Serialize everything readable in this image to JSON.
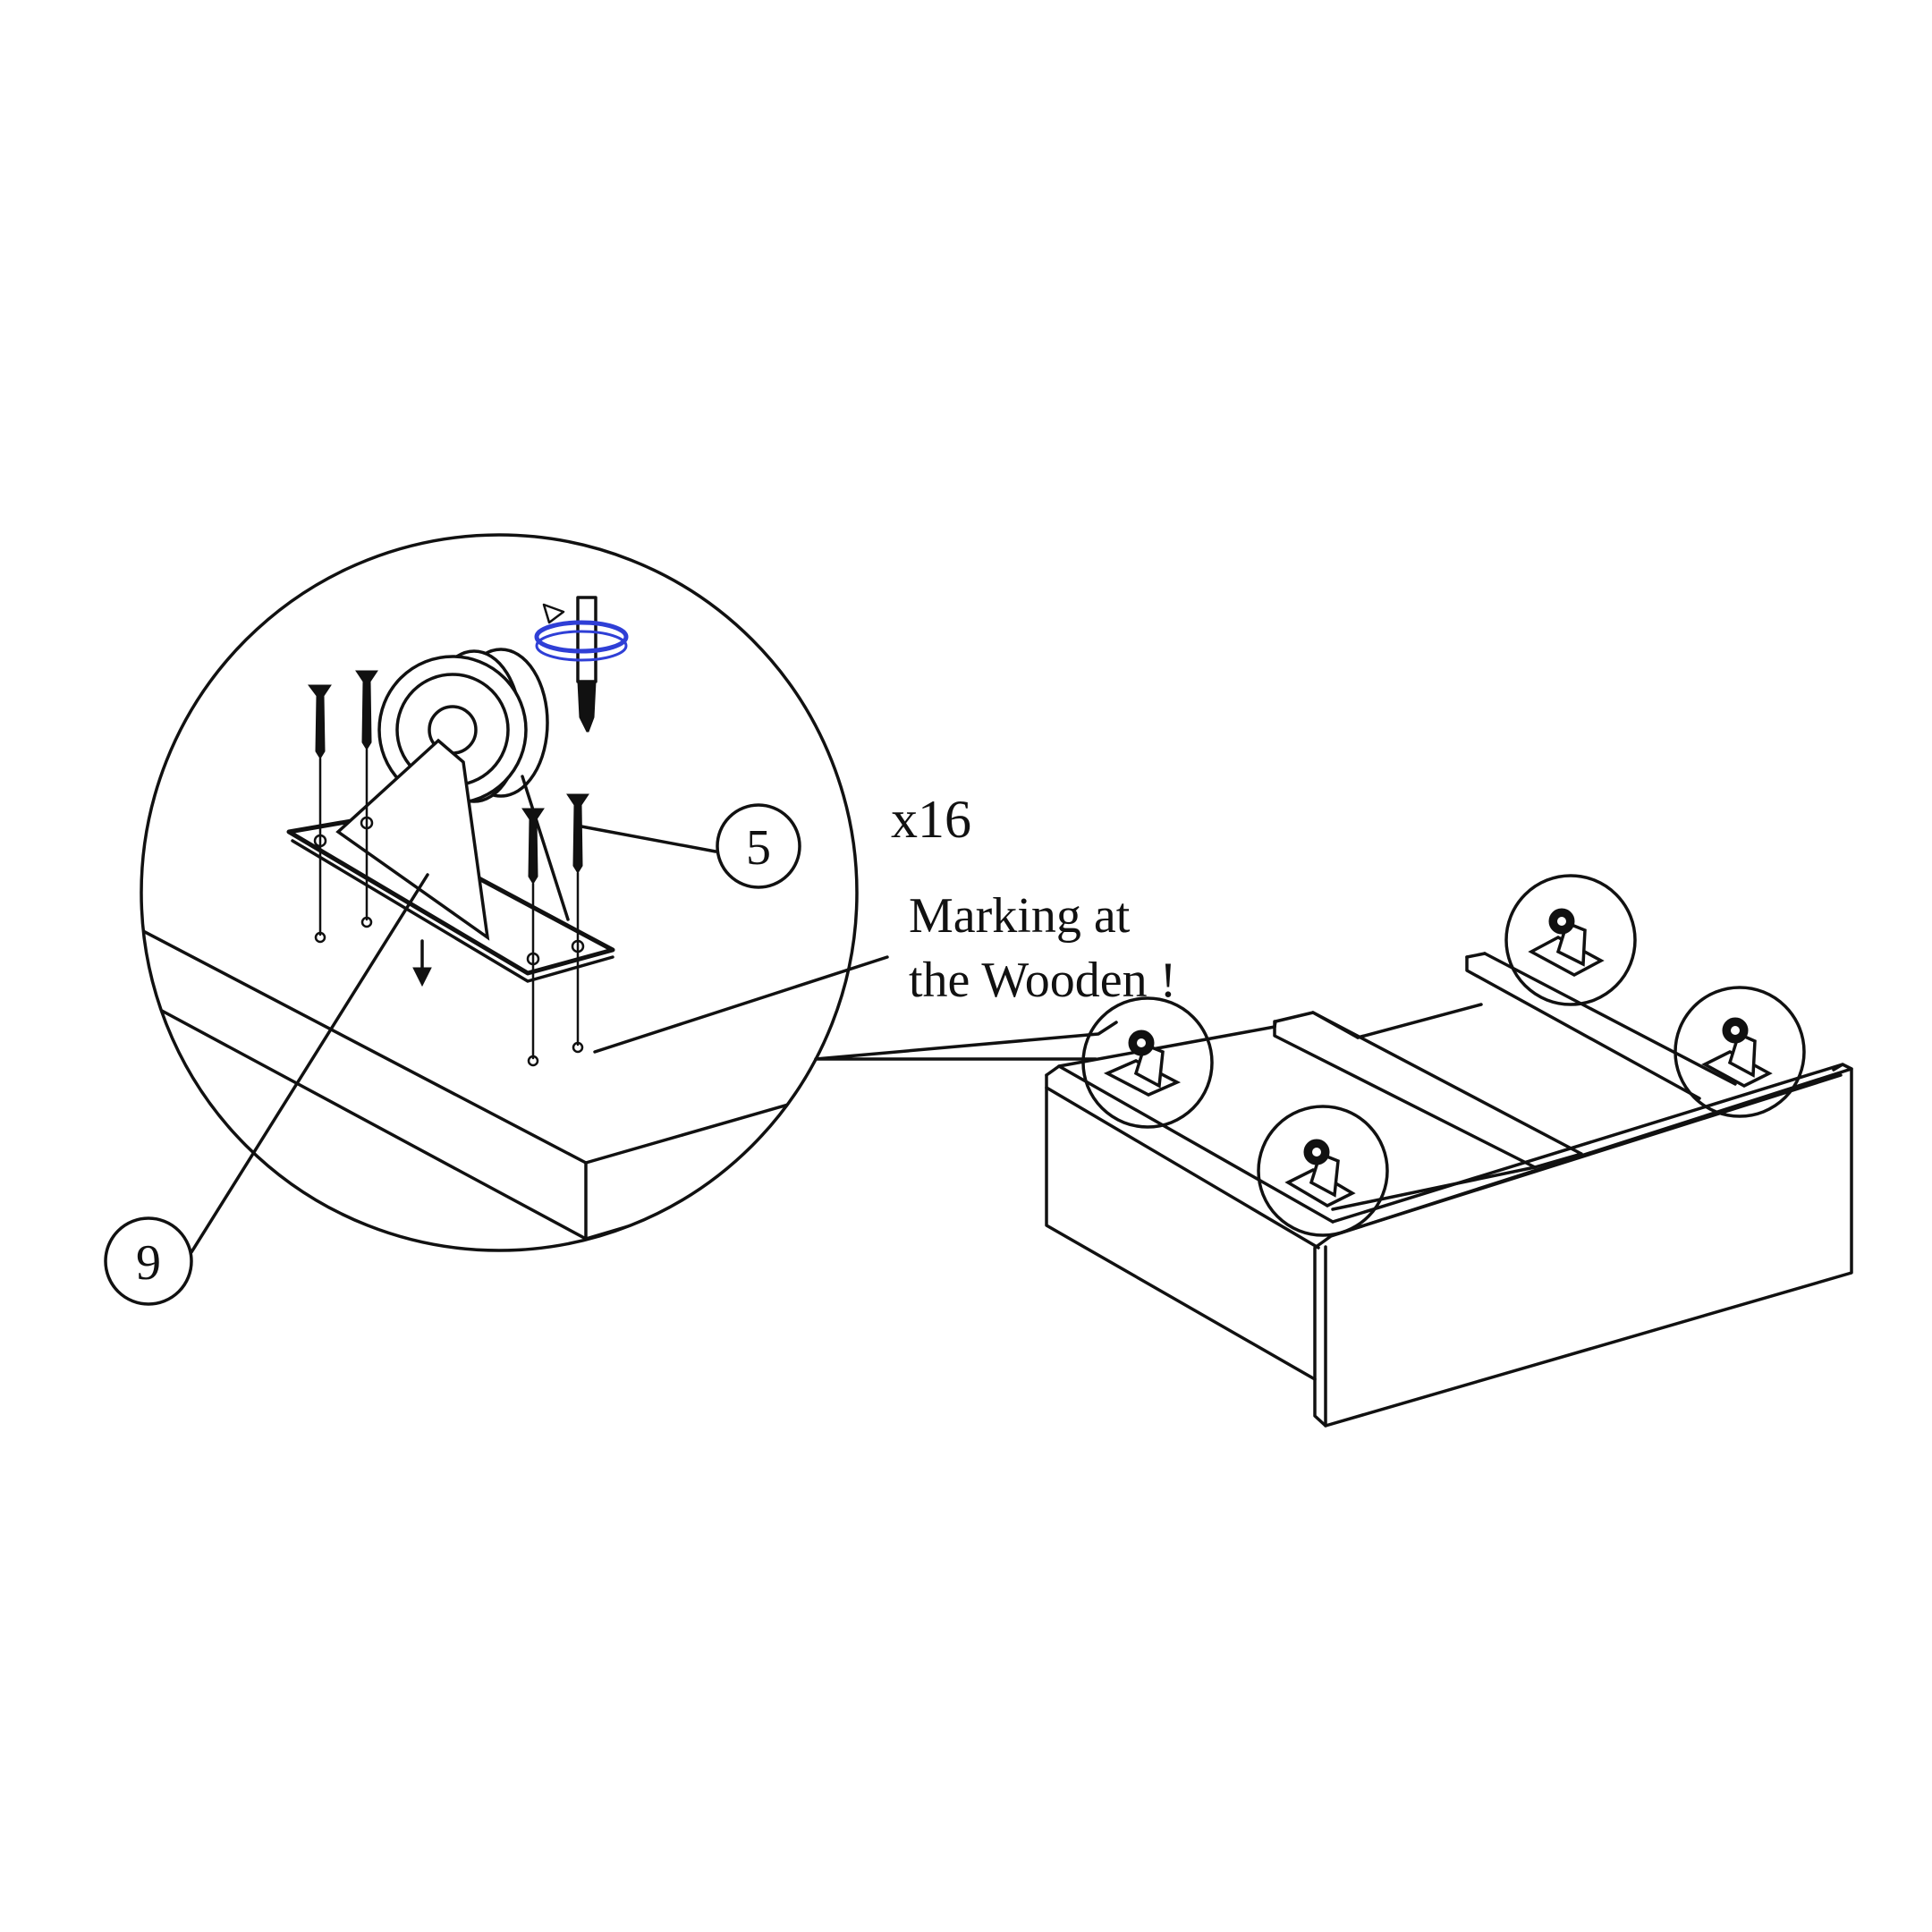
{
  "quantity_label": "x16",
  "note_line1": "Marking at",
  "note_line2": "the Wooden !",
  "callouts": {
    "screw_part": "5",
    "caster_part": "9"
  },
  "colors": {
    "ink": "#111111",
    "rotation_arrow": "#2f3fd6"
  },
  "icons": {
    "drill": "screwdriver-icon",
    "rotate": "rotation-arrow-icon",
    "down": "down-arrow-icon"
  }
}
